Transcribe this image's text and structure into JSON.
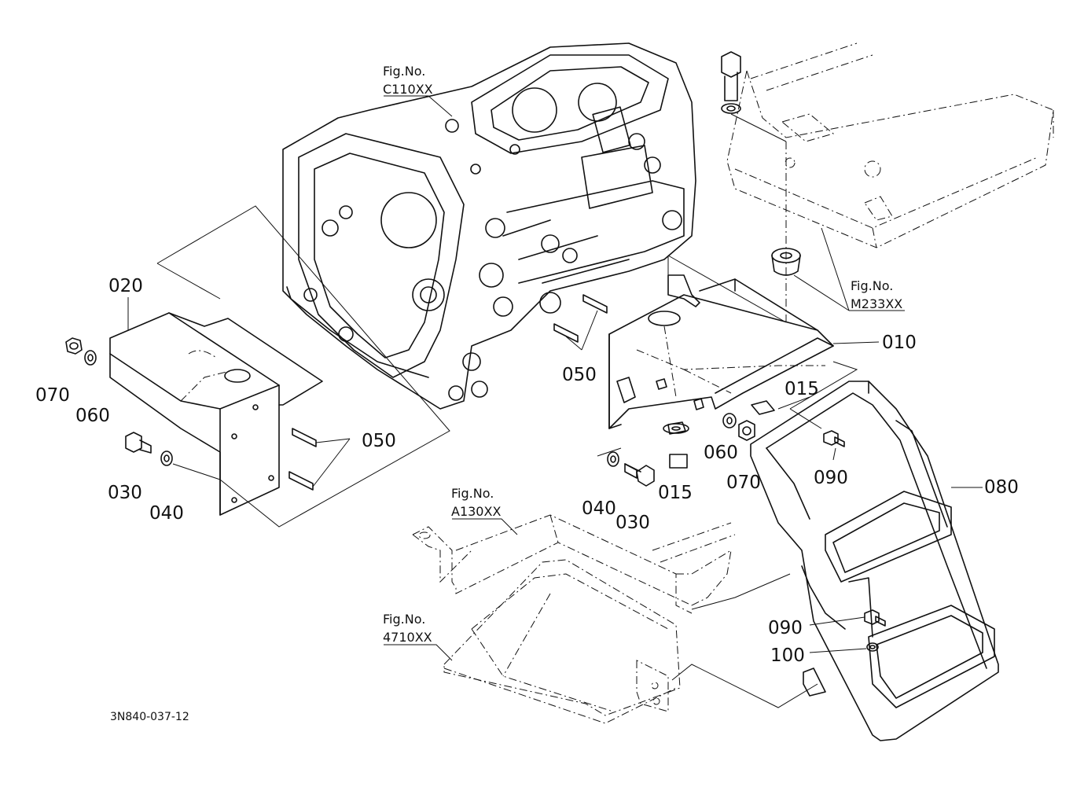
{
  "diagram_code": "3N840-037-12",
  "figure_refs": [
    {
      "id": "c110",
      "label": "Fig.No.",
      "code": "C110XX"
    },
    {
      "id": "m233",
      "label": "Fig.No.",
      "code": "M233XX"
    },
    {
      "id": "a130",
      "label": "Fig.No.",
      "code": "A130XX"
    },
    {
      "id": "f4710",
      "label": "Fig.No.",
      "code": "4710XX"
    }
  ],
  "part_labels": [
    {
      "id": "p010",
      "text": "010"
    },
    {
      "id": "p015a",
      "text": "015"
    },
    {
      "id": "p015b",
      "text": "015"
    },
    {
      "id": "p020",
      "text": "020"
    },
    {
      "id": "p030a",
      "text": "030"
    },
    {
      "id": "p030b",
      "text": "030"
    },
    {
      "id": "p040a",
      "text": "040"
    },
    {
      "id": "p040b",
      "text": "040"
    },
    {
      "id": "p050a",
      "text": "050"
    },
    {
      "id": "p050b",
      "text": "050"
    },
    {
      "id": "p060a",
      "text": "060"
    },
    {
      "id": "p060b",
      "text": "060"
    },
    {
      "id": "p070a",
      "text": "070"
    },
    {
      "id": "p070b",
      "text": "070"
    },
    {
      "id": "p080",
      "text": "080"
    },
    {
      "id": "p090a",
      "text": "090"
    },
    {
      "id": "p090b",
      "text": "090"
    },
    {
      "id": "p100",
      "text": "100"
    }
  ]
}
